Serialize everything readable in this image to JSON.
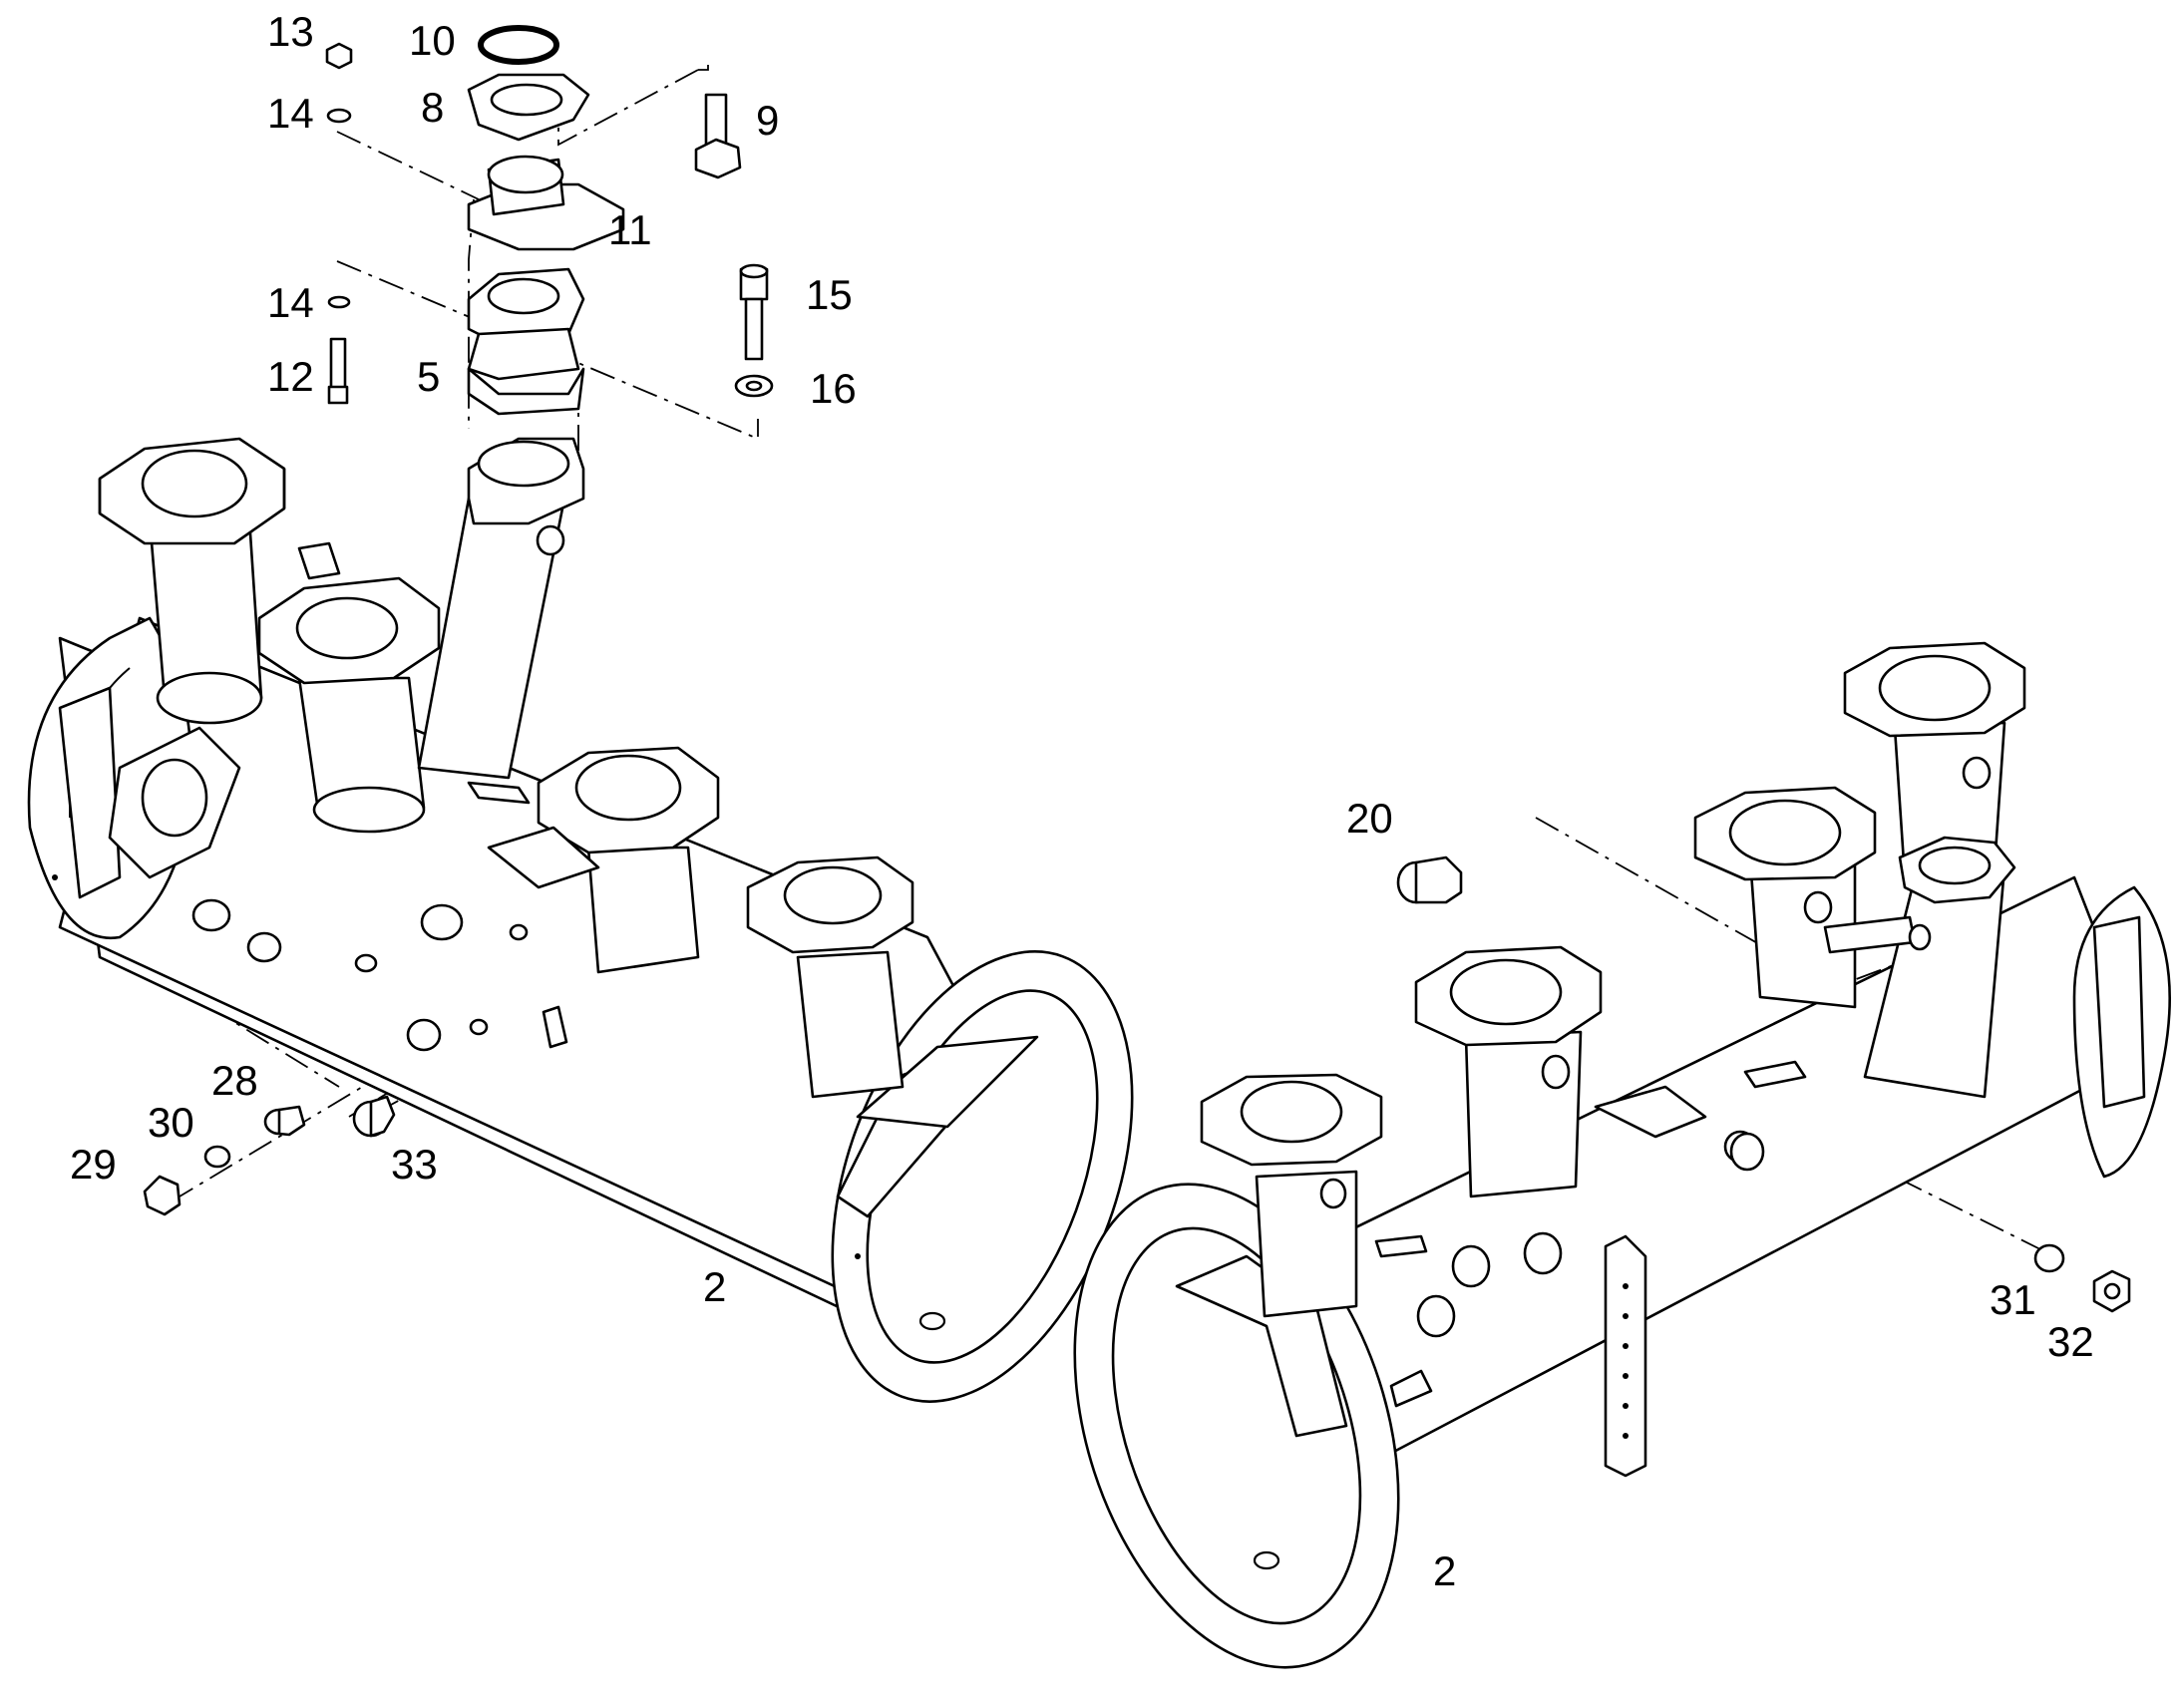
{
  "callouts": {
    "c13": "13",
    "c10": "10",
    "c14a": "14",
    "c8": "8",
    "c9": "9",
    "c11": "11",
    "c14b": "14",
    "c15": "15",
    "c12": "12",
    "c5": "5",
    "c16": "16",
    "c20": "20",
    "c28": "28",
    "c30": "30",
    "c29": "29",
    "c33": "33",
    "c2a": "2",
    "c2b": "2",
    "c31": "31",
    "c32": "32"
  },
  "colors": {
    "line": "#000000",
    "background": "#ffffff"
  }
}
